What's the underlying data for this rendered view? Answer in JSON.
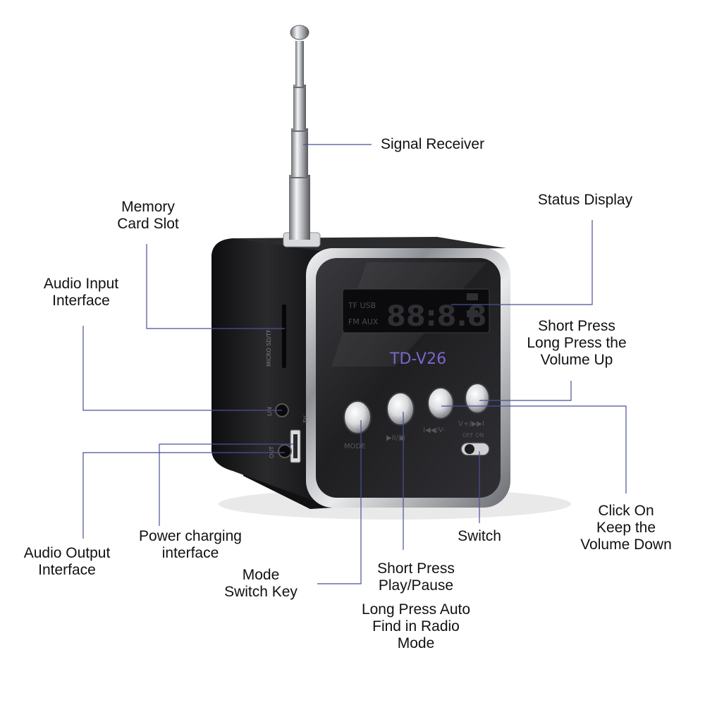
{
  "product": {
    "model": "TD-V26",
    "display": {
      "segment_digits": "88:8.8",
      "mode_row_top": "TF USB",
      "mode_row_bottom": "FM AUX"
    },
    "side_labels": {
      "card_slot": "MICRO SD/TF",
      "line_in": "LIN",
      "power": "5V",
      "out": "OUT"
    },
    "button_labels": {
      "mode": "MODE",
      "play": "▶II/▣",
      "prev": "I◀◀/V-",
      "next": "V+/▶▶I",
      "switch": "OFF ON"
    },
    "colors": {
      "body": "#1c1c1e",
      "panel": "#2a2a2c",
      "chrome": "#c9ccd0",
      "model_text": "#8a6fd6",
      "leader": "#4a4f9a"
    }
  },
  "callouts": {
    "signal_receiver": [
      "Signal Receiver"
    ],
    "status_display": [
      "Status Display"
    ],
    "memory_card_slot": [
      "Memory",
      "Card Slot"
    ],
    "audio_input": [
      "Audio Input",
      "Interface"
    ],
    "volume_up": [
      "Short Press",
      "Long Press the",
      "Volume Up"
    ],
    "volume_down": [
      "Click On",
      "Keep the",
      "Volume Down"
    ],
    "switch": [
      "Switch"
    ],
    "play_pause": [
      "Short Press",
      "Play/Pause"
    ],
    "auto_find": [
      "Long Press Auto",
      "Find in Radio",
      "Mode"
    ],
    "mode_key": [
      "Mode",
      "Switch Key"
    ],
    "power_charging": [
      "Power charging",
      "interface"
    ],
    "audio_output": [
      "Audio Output",
      "Interface"
    ]
  }
}
